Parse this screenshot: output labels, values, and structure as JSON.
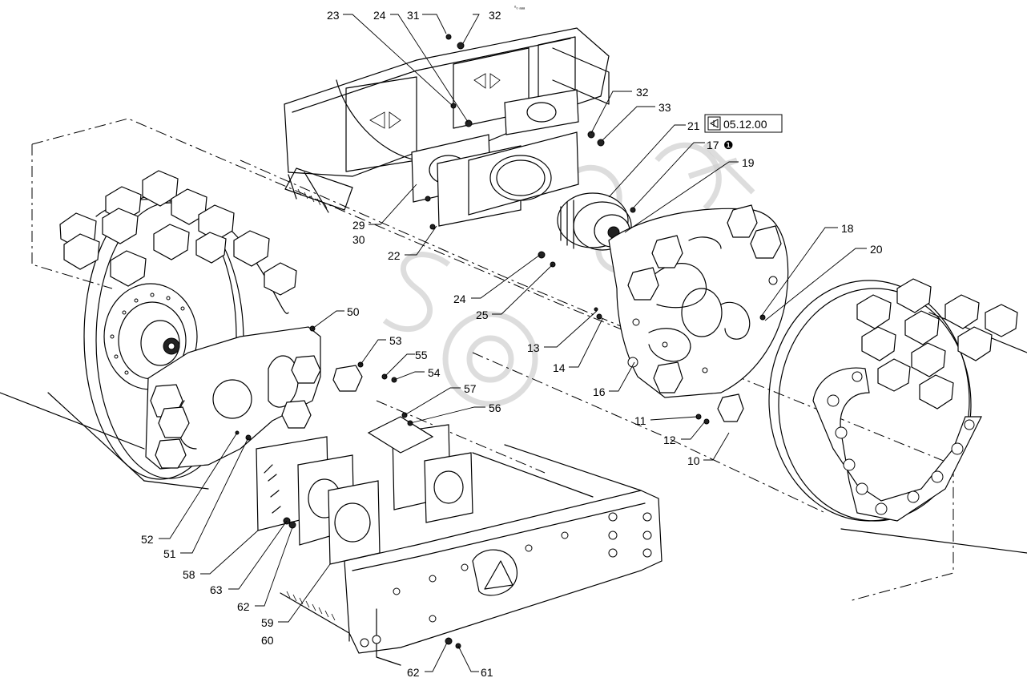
{
  "revision": {
    "date": "05.12.00",
    "note_marker": "❶"
  },
  "corner_note": "ᵒ₀ ₐₐₐ",
  "labels": [
    {
      "id": "23",
      "text": "23"
    },
    {
      "id": "24a",
      "text": "24"
    },
    {
      "id": "31",
      "text": "31"
    },
    {
      "id": "32a",
      "text": "32"
    },
    {
      "id": "32b",
      "text": "32"
    },
    {
      "id": "33",
      "text": "33"
    },
    {
      "id": "21",
      "text": "21"
    },
    {
      "id": "17",
      "text": "17"
    },
    {
      "id": "19",
      "text": "19"
    },
    {
      "id": "18",
      "text": "18"
    },
    {
      "id": "20",
      "text": "20"
    },
    {
      "id": "29",
      "text": "29"
    },
    {
      "id": "30",
      "text": "30"
    },
    {
      "id": "22",
      "text": "22"
    },
    {
      "id": "24b",
      "text": "24"
    },
    {
      "id": "25",
      "text": "25"
    },
    {
      "id": "13",
      "text": "13"
    },
    {
      "id": "14",
      "text": "14"
    },
    {
      "id": "16",
      "text": "16"
    },
    {
      "id": "50",
      "text": "50"
    },
    {
      "id": "53",
      "text": "53"
    },
    {
      "id": "55",
      "text": "55"
    },
    {
      "id": "54",
      "text": "54"
    },
    {
      "id": "57",
      "text": "57"
    },
    {
      "id": "56",
      "text": "56"
    },
    {
      "id": "11",
      "text": "11"
    },
    {
      "id": "12",
      "text": "12"
    },
    {
      "id": "10",
      "text": "10"
    },
    {
      "id": "52",
      "text": "52"
    },
    {
      "id": "51",
      "text": "51"
    },
    {
      "id": "58",
      "text": "58"
    },
    {
      "id": "63",
      "text": "63"
    },
    {
      "id": "62a",
      "text": "62"
    },
    {
      "id": "59",
      "text": "59"
    },
    {
      "id": "60",
      "text": "60"
    },
    {
      "id": "62b",
      "text": "62"
    },
    {
      "id": "61",
      "text": "61"
    }
  ]
}
